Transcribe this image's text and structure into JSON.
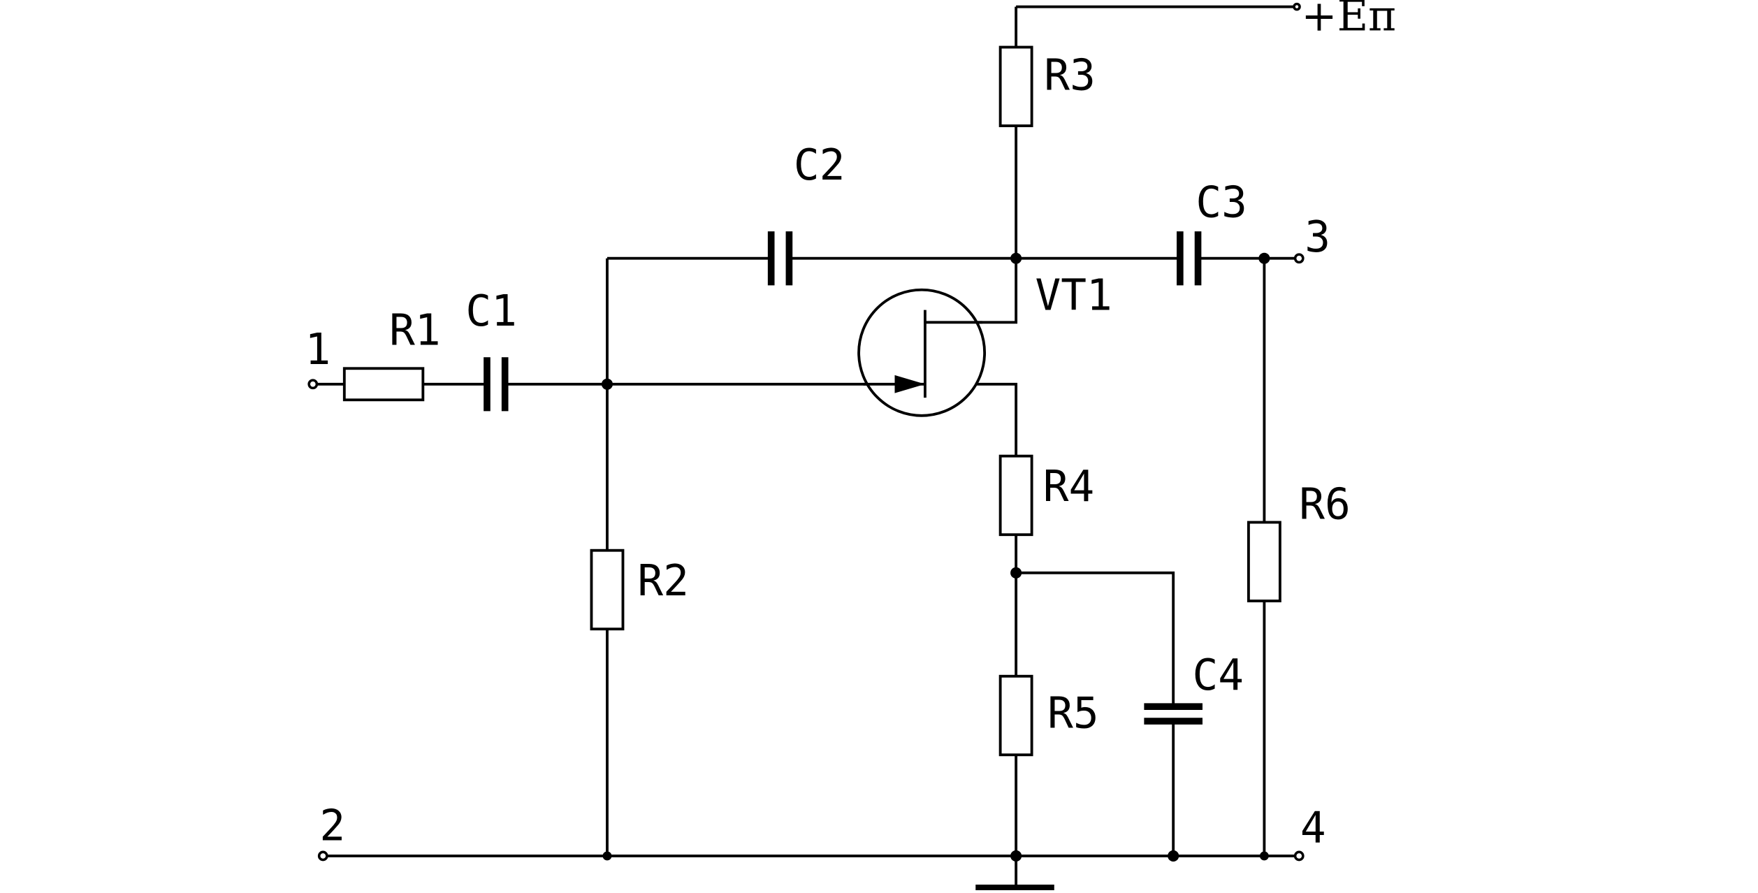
{
  "labels": {
    "supply": "+Eп",
    "r1": "R1",
    "r2": "R2",
    "r3": "R3",
    "r4": "R4",
    "r5": "R5",
    "r6": "R6",
    "c1": "C1",
    "c2": "C2",
    "c3": "C3",
    "c4": "C4",
    "vt1": "VT1",
    "t1": "1",
    "t2": "2",
    "t3": "3",
    "t4": "4"
  }
}
